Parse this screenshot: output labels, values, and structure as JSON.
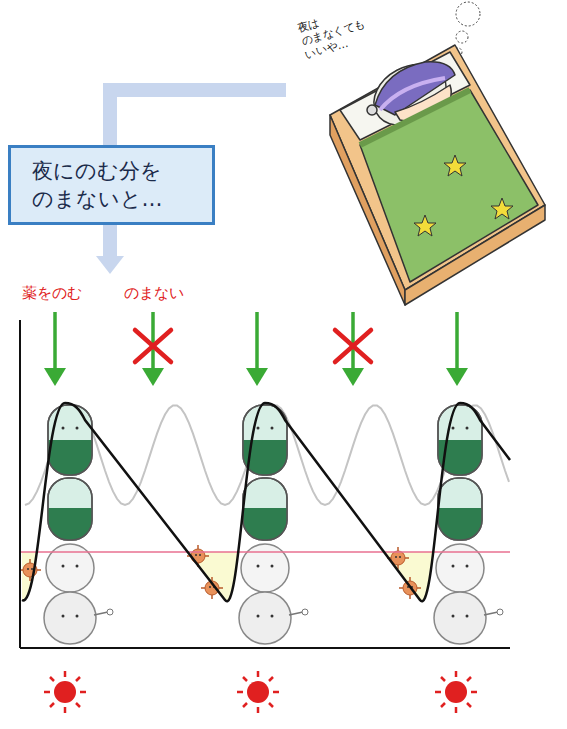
{
  "diagram": {
    "nodes": [
      {
        "text": [
          "夜にのむ分を のまないと…"
        ]
      }
    ],
    "labels": [
      "夜は のまなくても いいや…",
      "薬をのむ",
      "のまない"
    ]
  }
}
